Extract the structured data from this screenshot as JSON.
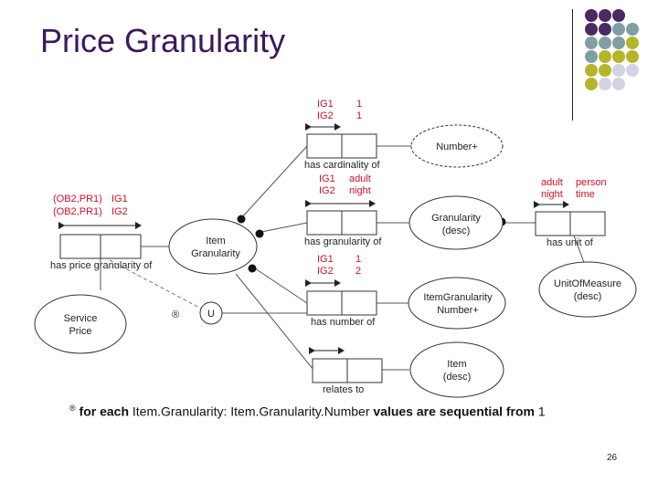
{
  "slide": {
    "title": "Price Granularity",
    "page_number": "26"
  },
  "decoration": {
    "colors": [
      "#4a2a63",
      "#7f9fa3",
      "#b5b52a",
      "#d3d3e3"
    ]
  },
  "entities": {
    "number_plus": "Number+",
    "item_granularity_l1": "Item",
    "item_granularity_l2": "Granularity",
    "granularity_desc_l1": "Granularity",
    "granularity_desc_l2": "(desc)",
    "unit_of_measure_l1": "UnitOfMeasure",
    "unit_of_measure_l2": "(desc)",
    "service_price_l1": "Service",
    "service_price_l2": "Price",
    "item_gran_number_l1": "ItemGranularity",
    "item_gran_number_l2": "Number+",
    "item_desc_l1": "Item",
    "item_desc_l2": "(desc)",
    "u_constraint": "U",
    "registered_mark": "®"
  },
  "facts": {
    "has_cardinality_of": {
      "label": "has cardinality of",
      "rows": [
        [
          "IG1",
          "1"
        ],
        [
          "IG2",
          "1"
        ]
      ]
    },
    "has_granularity_of": {
      "label": "has granularity of",
      "rows": [
        [
          "IG1",
          "adult"
        ],
        [
          "IG2",
          "night"
        ]
      ]
    },
    "has_number_of": {
      "label": "has number of",
      "rows": [
        [
          "IG1",
          "1"
        ],
        [
          "IG2",
          "2"
        ]
      ]
    },
    "relates_to": {
      "label": "relates to"
    },
    "has_unit_of": {
      "label": "has unit of",
      "rows": [
        [
          "adult",
          "person"
        ],
        [
          "night",
          "time"
        ]
      ]
    },
    "has_price_granularity_of": {
      "label": "has price granularity of",
      "rows": [
        [
          "(OB2,PR1)",
          "IG1"
        ],
        [
          "(OB2,PR1)",
          "IG2"
        ]
      ]
    }
  },
  "footnote": {
    "mark": "®",
    "p1": "for each",
    "p2": " Item.Granularity: Item.Granularity.Number ",
    "p3": "values are sequential from",
    "p4": " 1"
  }
}
